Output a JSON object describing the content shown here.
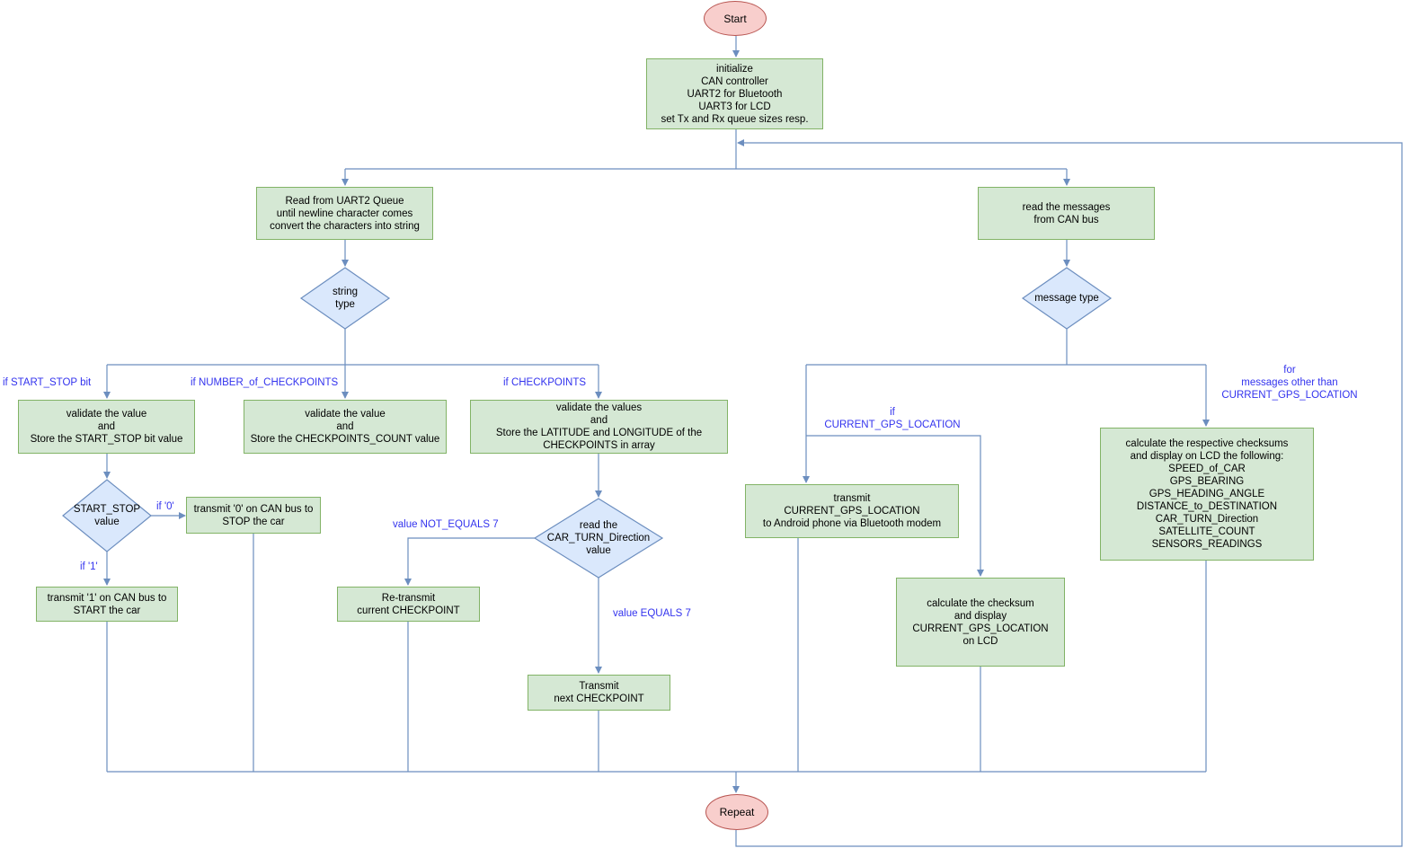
{
  "start": "Start",
  "repeat": "Repeat",
  "init": "initialize\nCAN controller\nUART2 for Bluetooth\nUART3 for LCD\nset Tx and Rx queue sizes resp.",
  "uart": "Read from UART2 Queue\nuntil newline character comes\nconvert the characters into string",
  "can_read": "read the messages\nfrom CAN bus",
  "string_type": "string\ntype",
  "message_type": "message type",
  "labels": {
    "start_stop_bit": "if START_STOP bit",
    "number_checkpoints": "if NUMBER_of_CHECKPOINTS",
    "checkpoints": "if CHECKPOINTS",
    "if_gps": "if\nCURRENT_GPS_LOCATION",
    "for_other": "for\nmessages other than\nCURRENT_GPS_LOCATION",
    "if0": "if '0'",
    "if1": "if '1'",
    "not_equals": "value NOT_EQUALS  7",
    "equals": "value EQUALS 7"
  },
  "validate_ss": "validate the value\nand\nStore the START_STOP bit value",
  "validate_cc": "validate the value\nand\nStore the CHECKPOINTS_COUNT value",
  "validate_cp": "validate the values\nand\nStore the LATITUDE and LONGITUDE of the\nCHECKPOINTS in array",
  "ss_value": "START_STOP\nvalue",
  "tx0": "transmit '0' on CAN bus to\nSTOP the car",
  "tx1": "transmit '1' on CAN bus to\nSTART the car",
  "read_turn": "read the\nCAR_TURN_Direction\nvalue",
  "retransmit": "Re-transmit\ncurrent CHECKPOINT",
  "transmit_next": "Transmit\nnext CHECKPOINT",
  "tx_gps": "transmit\nCURRENT_GPS_LOCATION\nto Android phone via Bluetooth modem",
  "checksum_gps": "calculate the checksum\nand display\nCURRENT_GPS_LOCATION\non LCD",
  "checksum_all": "calculate the respective checksums\nand display on LCD the following:\nSPEED_of_CAR\nGPS_BEARING\nGPS_HEADING_ANGLE\nDISTANCE_to_DESTINATION\nCAR_TURN_Direction\nSATELLITE_COUNT\nSENSORS_READINGS",
  "colors": {
    "process_fill": "#d5e8d4",
    "process_border": "#82b366",
    "decision_fill": "#dae8fc",
    "decision_border": "#6c8ebf",
    "terminal_fill": "#f8cecc",
    "terminal_border": "#b85450",
    "connector": "#6c8ebf",
    "label_text": "#3333ee"
  }
}
